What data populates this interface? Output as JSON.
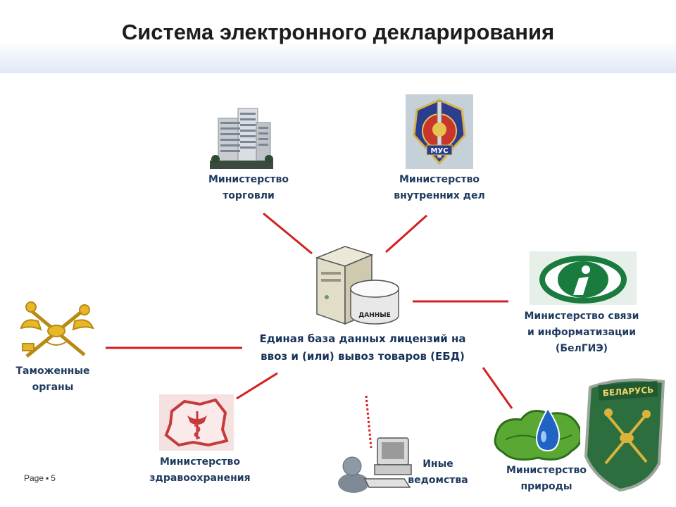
{
  "title": "Система электронного декларирования",
  "center": {
    "line1": "Единая база данных лицензий на",
    "line2": "ввоз и (или) вывоз товаров (ЕБД)",
    "db_label": "ДАННЫЕ"
  },
  "nodes": {
    "trade": {
      "line1": "Министерство",
      "line2": "торговли"
    },
    "interior": {
      "line1": "Министерство",
      "line2": "внутренних дел",
      "emblem_text": "МУС"
    },
    "communications": {
      "line1": "Министерство связи",
      "line2": "и информатизации",
      "line3": "(БелГИЭ)"
    },
    "customs": {
      "line1": "Таможенные",
      "line2": "органы"
    },
    "health": {
      "line1": "Министерство",
      "line2": "здравоохранения"
    },
    "other": {
      "line1": "Иные",
      "line2": "ведомства"
    },
    "nature": {
      "line1": "Министерство",
      "line2": "природы"
    }
  },
  "badge": {
    "text": "БЕЛАРУСЬ"
  },
  "footer": {
    "page_label": "Page",
    "bullet": "▪",
    "page_number": "5"
  },
  "colors": {
    "connector": "#d42020",
    "label": "#1f3b5f",
    "title": "#1d1d1d"
  }
}
